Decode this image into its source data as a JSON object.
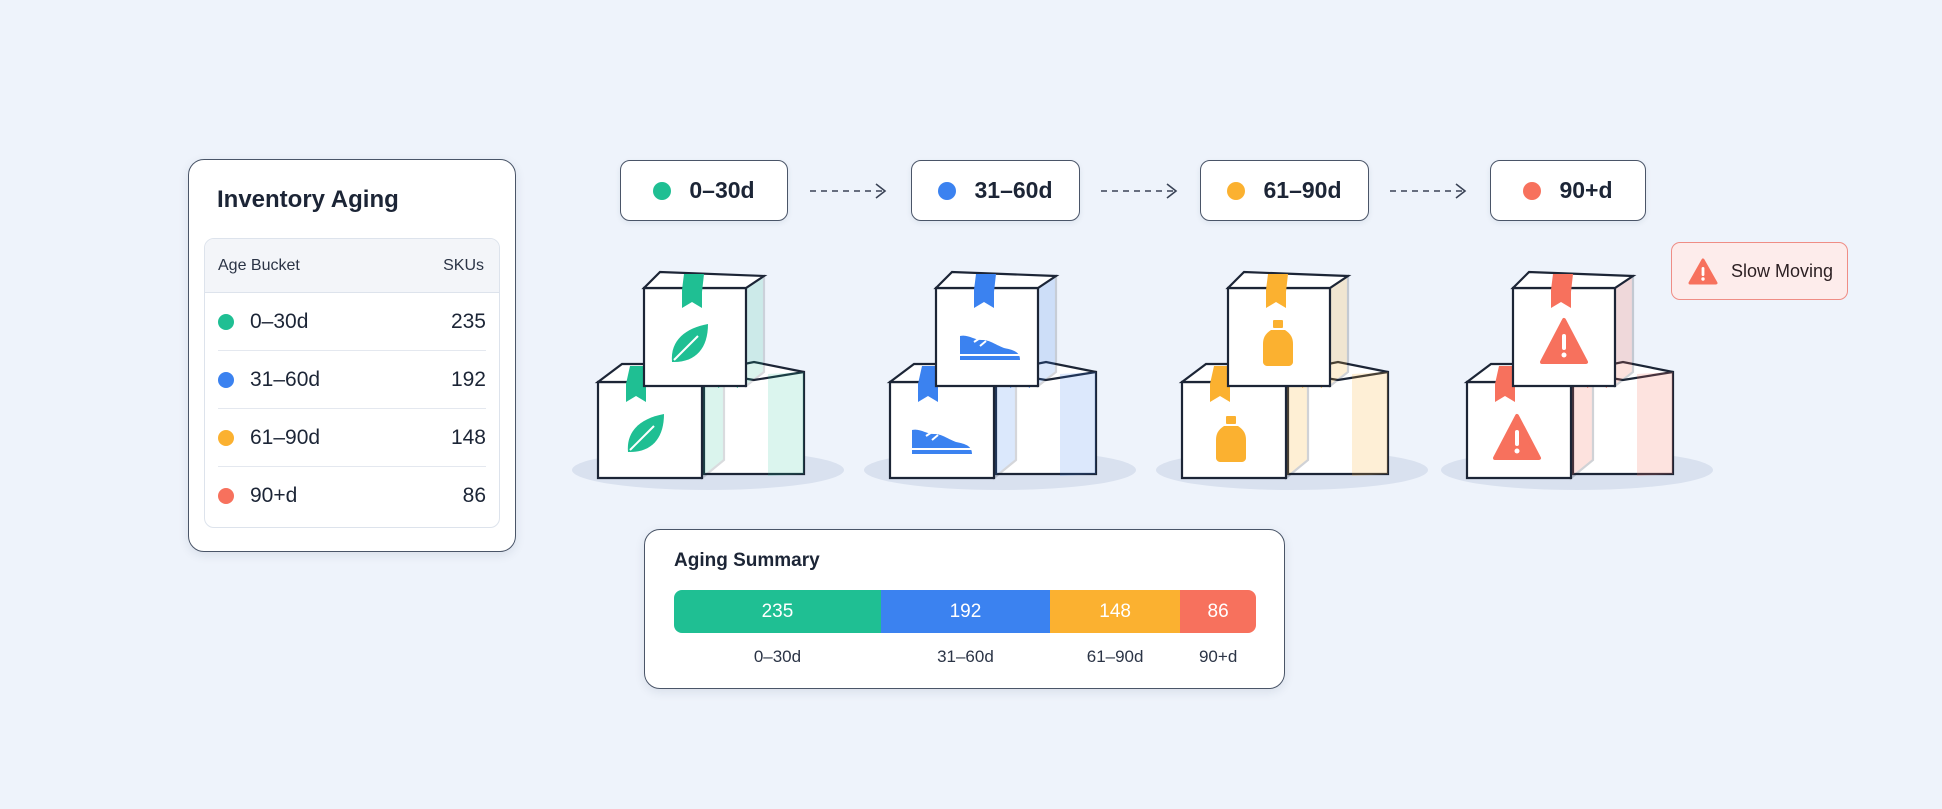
{
  "colors": {
    "green": "#1fbf93",
    "blue": "#3b82f0",
    "orange": "#fbb130",
    "red": "#f7715d"
  },
  "table": {
    "title": "Inventory Aging",
    "header": {
      "bucket": "Age Bucket",
      "skus": "SKUs"
    },
    "rows": [
      {
        "bucket": "0–30d",
        "skus": "235"
      },
      {
        "bucket": "31–60d",
        "skus": "192"
      },
      {
        "bucket": "61–90d",
        "skus": "148"
      },
      {
        "bucket": "90+d",
        "skus": "86"
      }
    ]
  },
  "flow": {
    "stages": [
      {
        "label": "0–30d",
        "icon": "leaf-icon"
      },
      {
        "label": "31–60d",
        "icon": "sneaker-icon"
      },
      {
        "label": "61–90d",
        "icon": "bottle-icon"
      },
      {
        "label": "90+d",
        "icon": "warning-icon"
      }
    ]
  },
  "badge": {
    "label": "Slow Moving",
    "icon": "warning-icon"
  },
  "summary": {
    "title": "Aging Summary",
    "segments": [
      {
        "label": "0–30d",
        "value": 235
      },
      {
        "label": "31–60d",
        "value": 192
      },
      {
        "label": "61–90d",
        "value": 148
      },
      {
        "label": "90+d",
        "value": 86
      }
    ]
  }
}
